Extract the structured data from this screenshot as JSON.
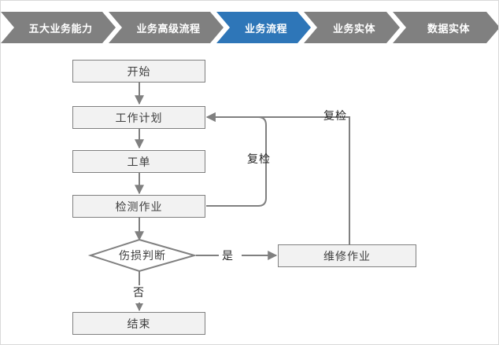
{
  "breadcrumb": {
    "steps": [
      {
        "label": "五大业务能力",
        "state": "inactive"
      },
      {
        "label": "业务高级流程",
        "state": "inactive"
      },
      {
        "label": "业务流程",
        "state": "active"
      },
      {
        "label": "业务实体",
        "state": "inactive"
      },
      {
        "label": "数据实体",
        "state": "inactive"
      }
    ],
    "colors": {
      "inactive": "#808080",
      "active": "#2E76B8",
      "text": "#FFFFFF"
    }
  },
  "flowchart": {
    "colors": {
      "node_fill": "#F2F2F2",
      "node_border": "#808080",
      "connector": "#808080",
      "text": "#404040"
    },
    "nodes": {
      "start": "开始",
      "work_plan": "工作计划",
      "work_order": "工单",
      "inspection": "检测作业",
      "decision": "伤损判断",
      "repair": "维修作业",
      "end": "结束"
    },
    "edge_labels": {
      "recheck_inner": "复检",
      "recheck_outer": "复检",
      "yes": "是",
      "no": "否"
    }
  }
}
